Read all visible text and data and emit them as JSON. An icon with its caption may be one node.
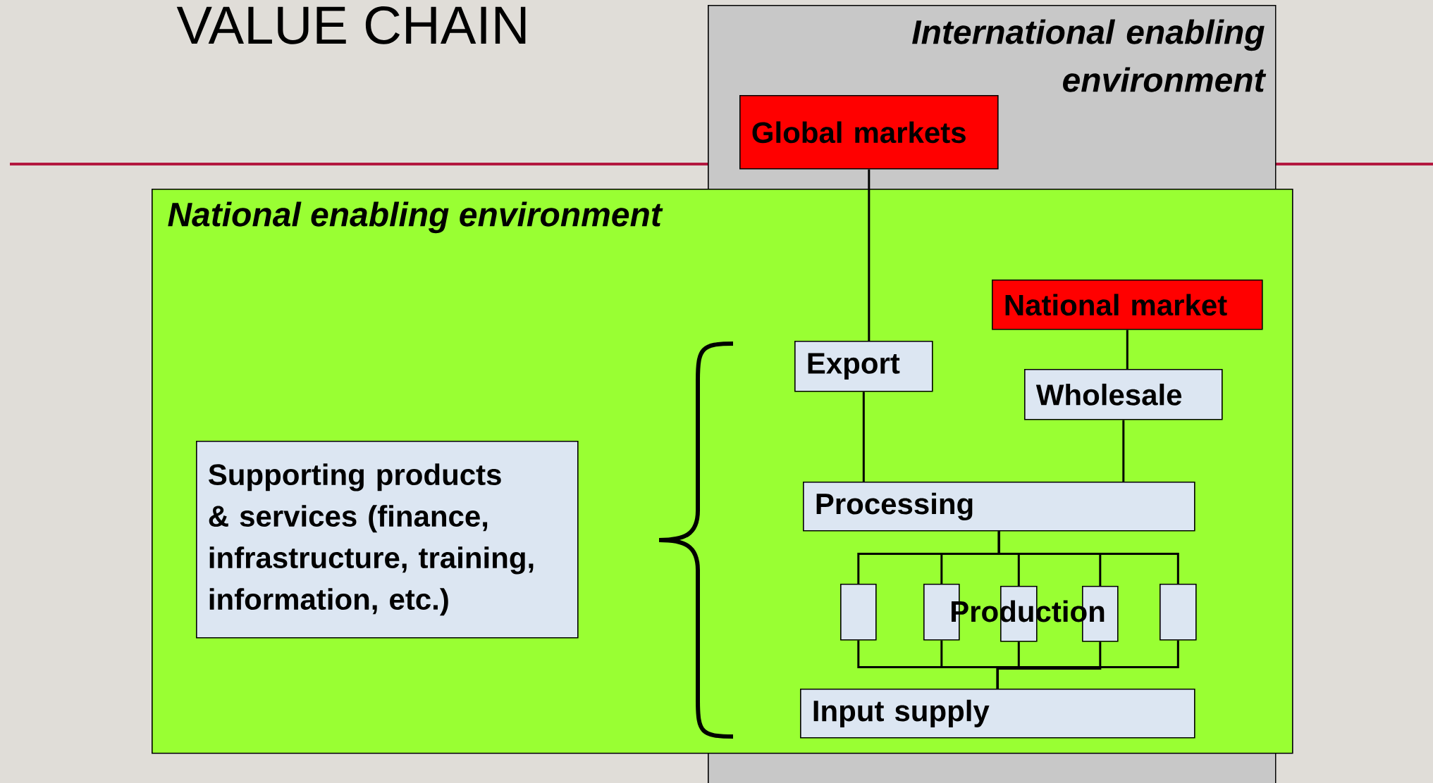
{
  "diagram": {
    "title": "VALUE CHAIN",
    "nodes": [
      {
        "text": [
          "International enabling environment"
        ]
      },
      {
        "text": [
          "Global markets"
        ],
        "in": 0
      },
      {
        "text": [
          "National enabling environment"
        ]
      },
      {
        "text": [
          "Supporting products & services (finance, infrastructure, training, information, etc.)"
        ],
        "in": 2
      },
      {
        "text": [
          "National market"
        ]
      },
      {
        "text": [
          "Export"
        ]
      },
      {
        "text": [
          "Wholesale"
        ]
      },
      {
        "text": [
          "Processing"
        ]
      },
      {
        "text": [],
        "shape": "box"
      },
      {
        "text": [],
        "shape": "box"
      },
      {
        "text": [],
        "shape": "box"
      },
      {
        "text": [],
        "shape": "box"
      },
      {
        "text": [],
        "shape": "box"
      },
      {
        "text": [
          "Input supply"
        ]
      }
    ],
    "edges": [
      {
        "from": 1,
        "to": 5,
        "arrow": "none"
      },
      {
        "from": 4,
        "to": 6,
        "arrow": "none"
      },
      {
        "from": 5,
        "to": 7,
        "arrow": "none"
      },
      {
        "from": 6,
        "to": 7,
        "arrow": "none"
      },
      {
        "from": 7,
        "to": 8,
        "arrow": "none"
      },
      {
        "from": 7,
        "to": 9,
        "arrow": "none"
      },
      {
        "from": 7,
        "to": 10,
        "arrow": "none"
      },
      {
        "from": 7,
        "to": 11,
        "arrow": "none"
      },
      {
        "from": 7,
        "to": 12,
        "arrow": "none"
      },
      {
        "from": 8,
        "to": 13,
        "arrow": "none"
      },
      {
        "from": 9,
        "to": 13,
        "arrow": "none"
      },
      {
        "from": 10,
        "to": 13,
        "arrow": "none"
      },
      {
        "from": 11,
        "to": 13,
        "arrow": "none"
      },
      {
        "from": 12,
        "to": 13,
        "arrow": "none"
      }
    ],
    "labels": [
      "Production"
    ]
  }
}
